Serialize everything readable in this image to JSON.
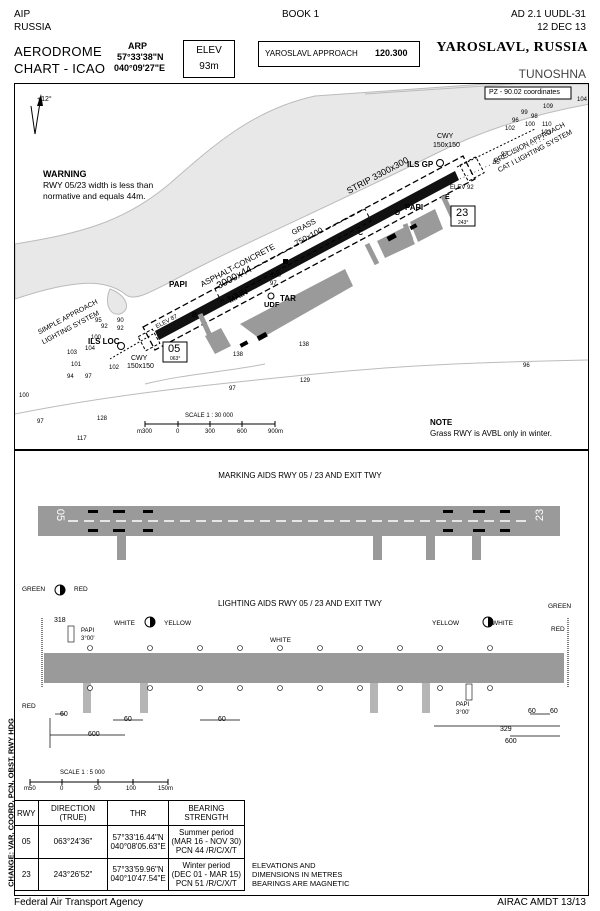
{
  "header": {
    "aip": "AIP",
    "country": "RUSSIA",
    "book": "BOOK 1",
    "doc_id": "AD 2.1 UUDL-31",
    "date": "12 DEC 13",
    "title_line1": "AERODROME",
    "title_line2": "CHART - ICAO",
    "arp_label": "ARP",
    "arp_lat": "57°33'38\"N",
    "arp_lon": "040°09'27\"E",
    "elev_label": "ELEV",
    "elev_value": "93m",
    "approach_label": "YAROSLAVL APPROACH",
    "approach_freq": "120.300",
    "location": "YAROSLAVL, RUSSIA",
    "airport": "TUNOSHNA"
  },
  "chart": {
    "pz_note": "PZ - 90.02 coordinates",
    "variation": "+12°",
    "warning_title": "WARNING",
    "warning_line1": "RWY 05/23 width is less than",
    "warning_line2": "normative and equals 44m.",
    "note_title": "NOTE",
    "note_text": "Grass RWY is AVBL only in winter.",
    "strip_label": "STRIP 3300x300",
    "grass_label": "GRASS",
    "grass_dims": "750x100",
    "asphalt_label": "ASPHALT-CONCRETE",
    "rwy_dims": "3000x44",
    "main_label": "MAIN",
    "tar_label": "TAR",
    "udf_label": "UDF",
    "papi": "PAPI",
    "ils_gp": "ILS GP",
    "ils_loc": "ILS LOC",
    "cwy_ne": "CWY",
    "cwy_ne_dims": "150x150",
    "cwy_sw": "CWY",
    "cwy_sw_dims": "150x150",
    "rwy05": "05",
    "rwy05_brg": "063°",
    "rwy23": "23",
    "rwy23_brg": "243°",
    "elev_87": "ELEV 87",
    "elev_92": "ELEV 92",
    "twy_b": "B",
    "twy_c": "C",
    "twy_d": "D",
    "twy_e": "E",
    "precision_line1": "PRECISION APPROACH",
    "precision_line2": "CAT I LIGHTING SYSTEM",
    "simple_line1": "SIMPLE APPROACH",
    "simple_line2": "LIGHTING SYSTEM",
    "scale_label": "SCALE 1 : 30 000",
    "scale_ticks": [
      "m300",
      "0",
      "300",
      "600",
      "900m"
    ],
    "obstacles": [
      "104",
      "109",
      "99",
      "96",
      "102",
      "98",
      "100",
      "110",
      "103",
      "97",
      "85",
      "92",
      "95",
      "100",
      "90",
      "92",
      "104",
      "103",
      "101",
      "102",
      "94",
      "97",
      "97",
      "138",
      "138",
      "96",
      "129",
      "97",
      "100",
      "97",
      "128",
      "117",
      "100"
    ]
  },
  "marking": {
    "title": "MARKING AIDS RWY 05 / 23 AND EXIT TWY",
    "num05": "05",
    "num23": "23"
  },
  "lighting": {
    "title": "LIGHTING AIDS RWY 05 / 23 AND EXIT TWY",
    "green_red": "GREEN",
    "red_word": "RED",
    "white": "WHITE",
    "yellow": "YELLOW",
    "white_mid": "WHITE",
    "green_right": "GREEN",
    "red_left": "RED",
    "red_right": "RED",
    "papi_left": "PAPI",
    "papi_left_angle": "3°00'",
    "papi_right": "PAPI",
    "papi_right_angle": "3°00'",
    "d318": "318",
    "d60a": "60",
    "d60b": "60",
    "d60c": "60",
    "d600a": "600",
    "d329": "329",
    "d60d": "60",
    "d60e": "60",
    "d600b": "600",
    "scale_label": "SCALE 1 : 5 000",
    "scale_ticks": [
      "m50",
      "0",
      "50",
      "100",
      "150m"
    ]
  },
  "table": {
    "headers": [
      "RWY",
      "DIRECTION (TRUE)",
      "THR",
      "BEARING STRENGTH"
    ],
    "rows": [
      {
        "rwy": "05",
        "dir": "063°24'36\"",
        "thr1": "57°33'16.44\"N",
        "thr2": "040°08'05.63\"E",
        "bs1": "Summer period",
        "bs2": "(MAR 16 - NOV 30)",
        "bs3": "PCN 44 /R/C/X/T"
      },
      {
        "rwy": "23",
        "dir": "243°26'52\"",
        "thr1": "57°33'59.96\"N",
        "thr2": "040°10'47.54\"E",
        "bs1": "Winter period",
        "bs2": "(DEC 01 - MAR 15)",
        "bs3": "PCN 51 /R/C/X/T"
      }
    ],
    "note1": "ELEVATIONS AND",
    "note2": "DIMENSIONS IN METRES",
    "note3": "BEARINGS ARE MAGNETIC"
  },
  "side_change": "CHANGE: VAR, COORD, PCN, OBST, RWY HDG",
  "footer": {
    "agency": "Federal Air Transport Agency",
    "amdt": "AIRAC AMDT 13/13"
  }
}
